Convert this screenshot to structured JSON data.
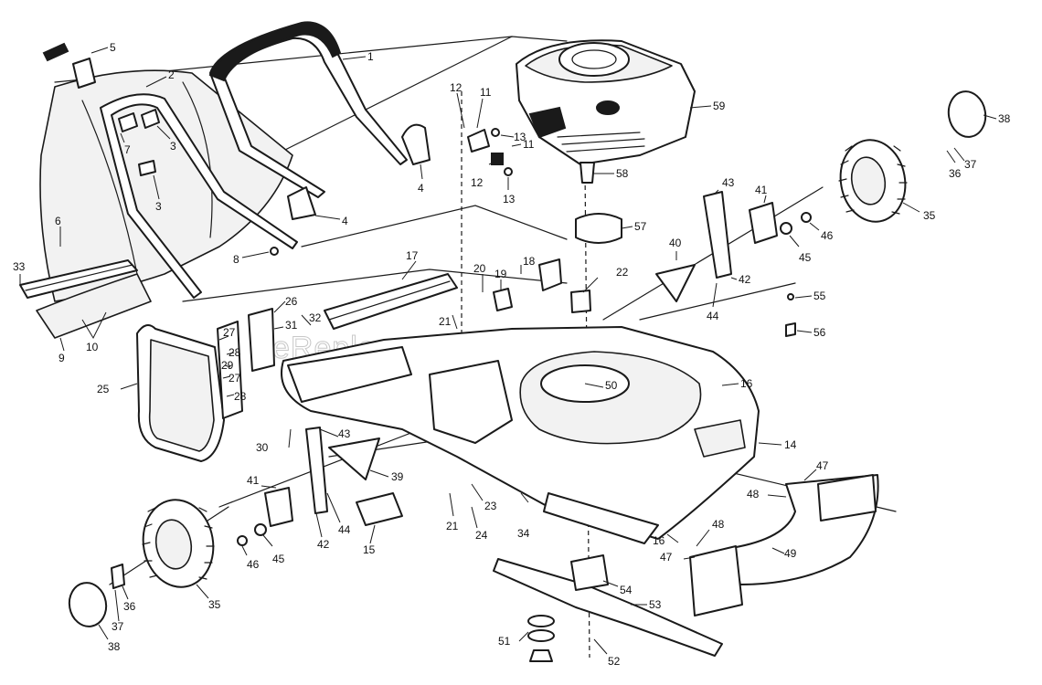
{
  "diagram": {
    "watermark": "eReplacementParts.com",
    "labels": [
      "1",
      "2",
      "3",
      "3",
      "4",
      "4",
      "5",
      "6",
      "7",
      "8",
      "9",
      "10",
      "11",
      "11",
      "12",
      "12",
      "13",
      "13",
      "14",
      "15",
      "16",
      "16",
      "17",
      "18",
      "19",
      "20",
      "21",
      "21",
      "22",
      "23",
      "24",
      "25",
      "26",
      "27",
      "27",
      "28",
      "28",
      "29",
      "30",
      "31",
      "32",
      "33",
      "34",
      "35",
      "35",
      "36",
      "36",
      "37",
      "37",
      "38",
      "38",
      "39",
      "40",
      "41",
      "41",
      "42",
      "42",
      "43",
      "43",
      "44",
      "44",
      "45",
      "45",
      "46",
      "46",
      "47",
      "47",
      "48",
      "48",
      "49",
      "50",
      "51",
      "52",
      "53",
      "54",
      "55",
      "56",
      "57",
      "58",
      "59"
    ]
  }
}
